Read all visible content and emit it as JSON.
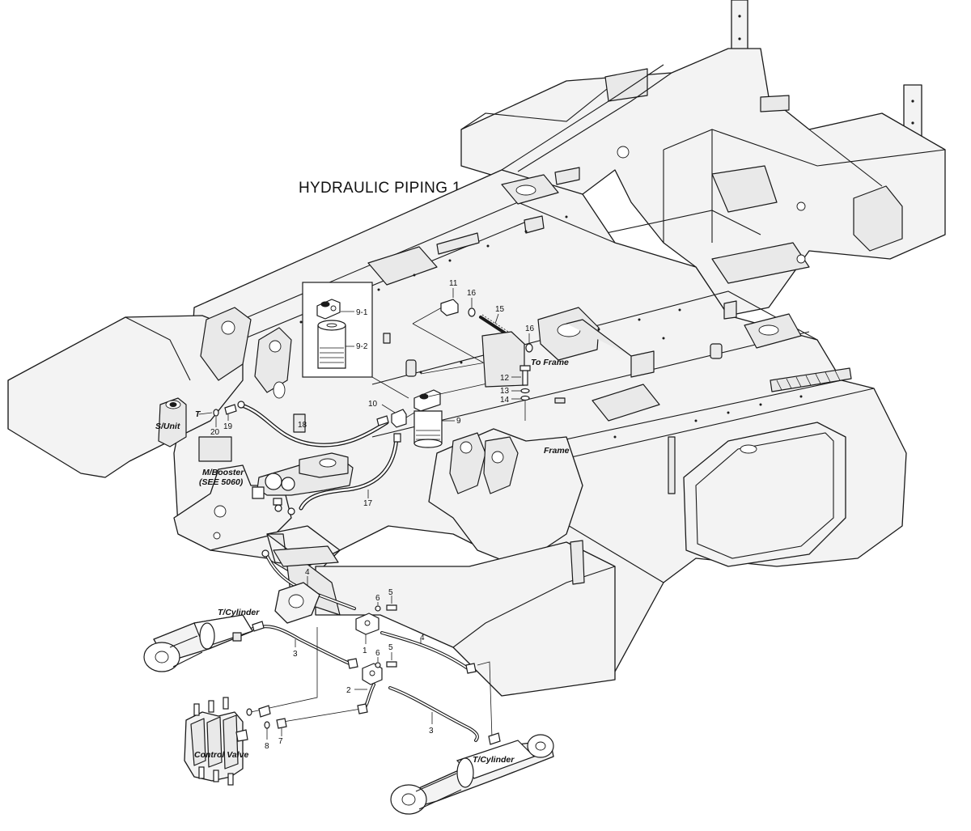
{
  "diagram": {
    "title": "HYDRAULIC PIPING 1"
  },
  "labels": {
    "s_unit": "S/Unit",
    "t_port": "T",
    "m_booster": "M/Booster",
    "m_booster_ref": "(SEE 5060)",
    "to_frame": "To Frame",
    "frame": "Frame",
    "t_cylinder_left": "T/Cylinder",
    "t_cylinder_right": "T/Cylinder",
    "control_valve": "Control Valve"
  },
  "callouts": {
    "c1": "1",
    "c2": "2",
    "c3a": "3",
    "c3b": "3",
    "c4a": "4",
    "c4b": "4",
    "c5a": "5",
    "c5b": "5",
    "c6a": "6",
    "c6b": "6",
    "c7": "7",
    "c8": "8",
    "c9": "9",
    "c9_1": "9-1",
    "c9_2": "9-2",
    "c10": "10",
    "c11": "11",
    "c12": "12",
    "c13": "13",
    "c14": "14",
    "c15": "15",
    "c16a": "16",
    "c16b": "16",
    "c17": "17",
    "c18": "18",
    "c19": "19",
    "c20": "20"
  }
}
